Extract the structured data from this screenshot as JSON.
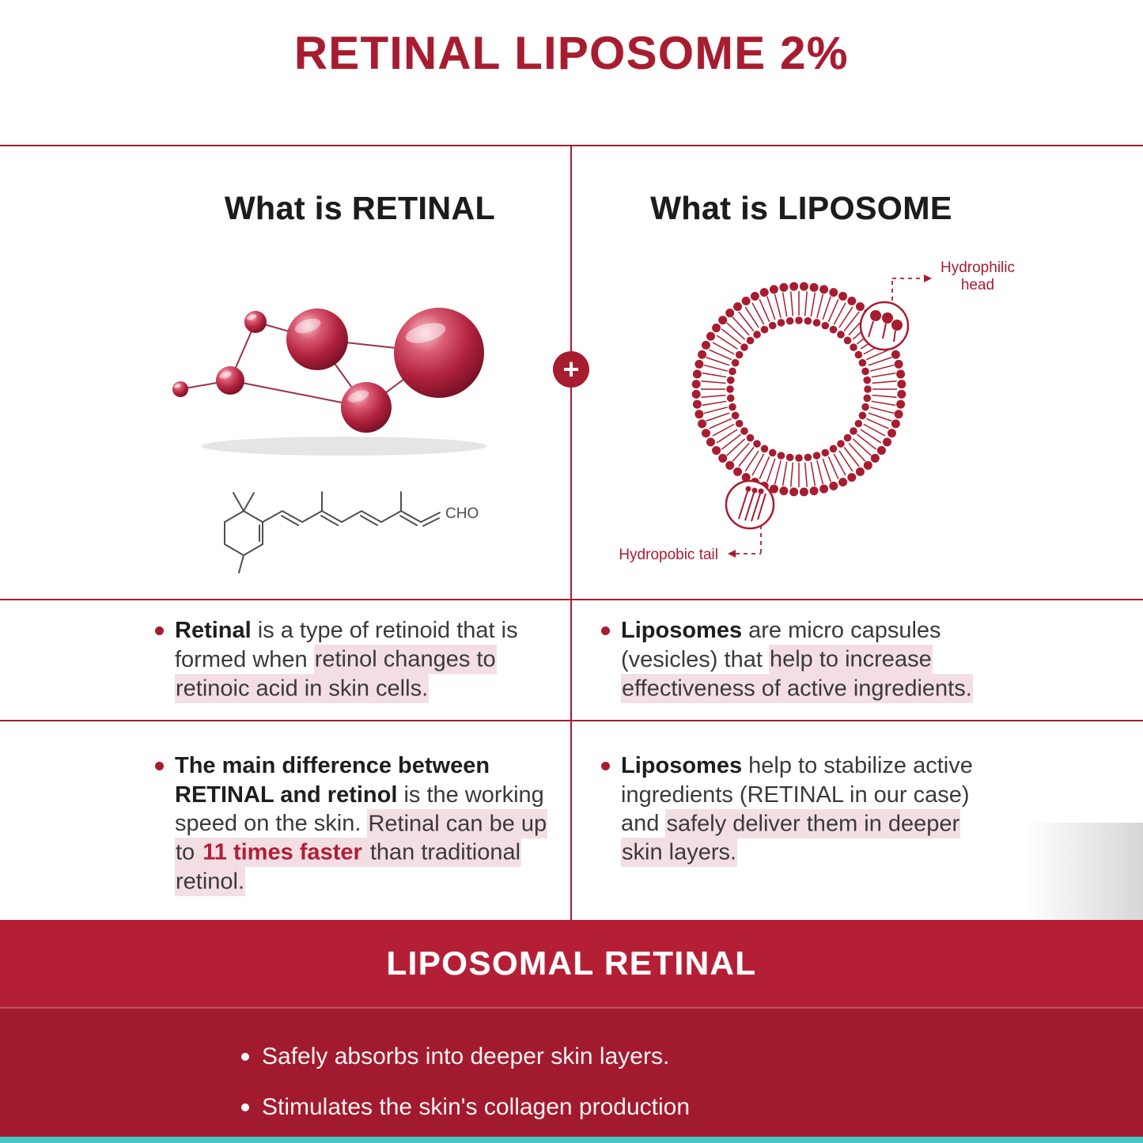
{
  "title": "RETINAL LIPOSOME 2%",
  "plus_sign": "+",
  "left": {
    "header": "What is RETINAL",
    "cho_label": "CHO",
    "bullet1": [
      {
        "t": "Retinal",
        "b": true
      },
      {
        "t": " is a type of retinoid that is formed when "
      },
      {
        "t": "retinol changes to retinoic acid in skin cells.",
        "hl": true
      }
    ],
    "bullet2": [
      {
        "t": "The main difference between RETINAL and retinol",
        "b": true
      },
      {
        "t": " is the working speed on the skin. "
      },
      {
        "t": "Retinal can be up to ",
        "hl": true
      },
      {
        "t": "11 times faster",
        "hl": true,
        "b": true,
        "red": true
      },
      {
        "t": " than traditional retinol.",
        "hl": true
      }
    ]
  },
  "right": {
    "header": "What is LIPOSOME",
    "hydrophilic_label": "Hydrophilic head",
    "hydrophobic_label": "Hydropobic tail",
    "bullet1": [
      {
        "t": "Liposomes",
        "b": true
      },
      {
        "t": " are micro capsules (vesicles) that "
      },
      {
        "t": "help to increase effectiveness of active ingredients.",
        "hl": true
      }
    ],
    "bullet2": [
      {
        "t": "Liposomes",
        "b": true
      },
      {
        "t": " help to stabilize active ingredients (RETINAL in our case) and "
      },
      {
        "t": "safely deliver them in deeper skin layers.",
        "hl": true
      }
    ]
  },
  "footer": {
    "banner_title": "LIPOSOMAL RETINAL",
    "bullets": [
      "Safely absorbs into deeper skin layers.",
      "Stimulates the skin's collagen production"
    ]
  },
  "colors": {
    "crimson": "#A81C30",
    "banner_red": "#B41F36",
    "footer_red": "#A21A2E",
    "highlight_pink": "#F3DFE3",
    "teal": "#41C6C0"
  }
}
